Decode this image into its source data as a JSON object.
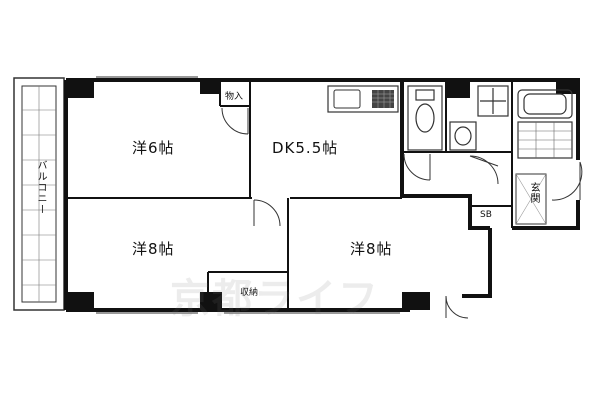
{
  "rooms": {
    "western_6": "洋6帖",
    "dk": "DK5.5帖",
    "western_8_left": "洋8帖",
    "western_8_right": "洋8帖"
  },
  "labels": {
    "closet_small": "物入",
    "storage": "収納",
    "shoe_box": "SB",
    "entrance": "玄関",
    "balcony": "バルコニー"
  },
  "watermark": "京都ライフ",
  "colors": {
    "wall": "#111111",
    "line": "#333333",
    "hatch": "#555555"
  }
}
